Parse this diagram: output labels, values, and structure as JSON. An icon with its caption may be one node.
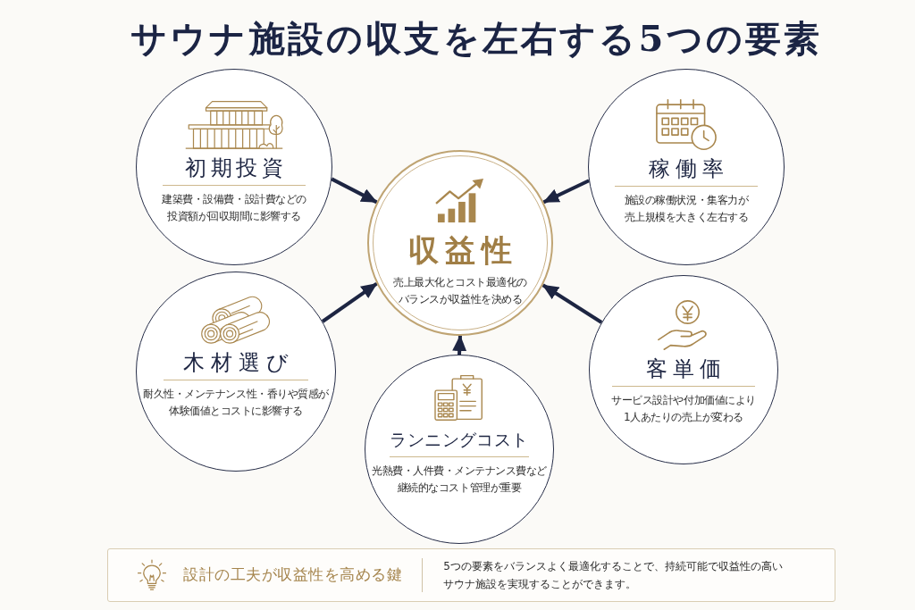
{
  "diagram": {
    "title": "サウナ施設の収支を左右する5つの要素",
    "nodes": [
      {
        "text": [
          "初期投資",
          "建築費・設備費・設計費などの投資額が回収期間に影響する"
        ]
      },
      {
        "text": [
          "稼働率",
          "施設の稼働状況・集客力が売上規模を大きく左右する"
        ]
      },
      {
        "text": [
          "収益性",
          "売上最大化とコスト最適化のバランスが収益性を決める"
        ]
      },
      {
        "text": [
          "木材選び",
          "耐久性・メンテナンス性・香りや質感が体験価値とコストに影響する"
        ]
      },
      {
        "text": [
          "客単価",
          "サービス設計や付加価値により1人あたりの売上が変わる"
        ]
      },
      {
        "text": [
          "ランニングコスト",
          "光熱費・人件費・メンテナンス費など継続的なコスト管理が重要"
        ]
      },
      {
        "text": [
          "設計の工夫が収益性を高める鍵",
          "5つの要素をバランスよく最適化することで、持続可能で収益性の高いサウナ施設を実現することができます。"
        ]
      }
    ],
    "edges": [
      {
        "from": 0,
        "to": 2,
        "arrow": "to"
      },
      {
        "from": 1,
        "to": 2,
        "arrow": "to"
      },
      {
        "from": 3,
        "to": 2,
        "arrow": "to"
      },
      {
        "from": 4,
        "to": 2,
        "arrow": "to"
      },
      {
        "from": 5,
        "to": 2,
        "arrow": "to"
      }
    ]
  }
}
